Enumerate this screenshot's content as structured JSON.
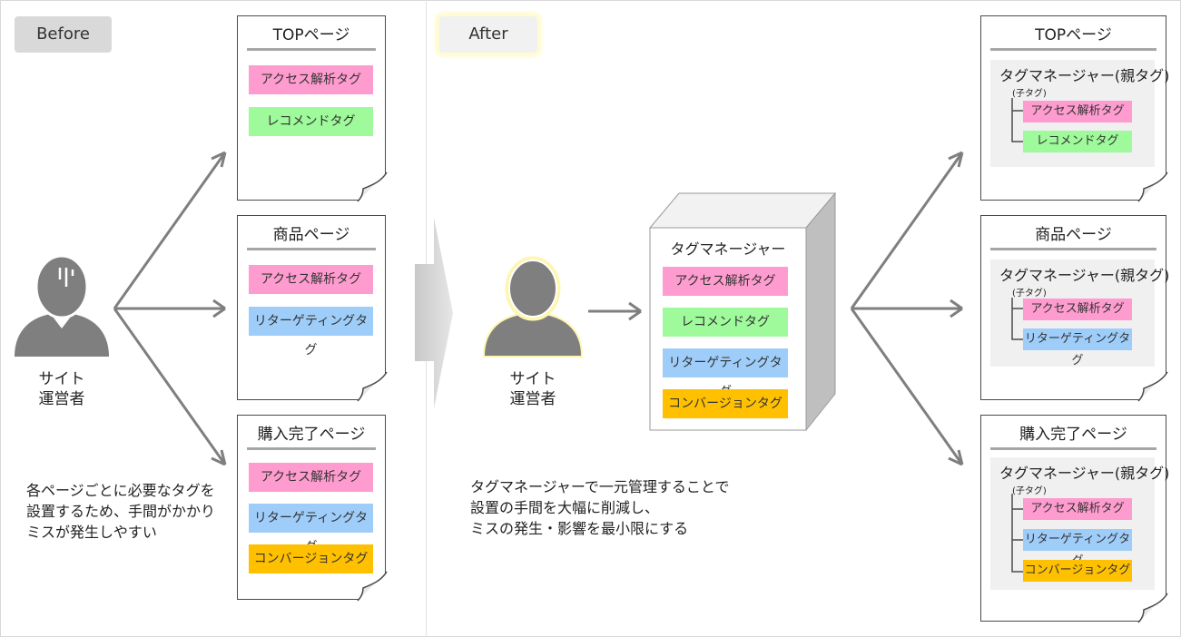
{
  "before_label": "Before",
  "after_label": "After",
  "operator_label_line1": "サイト",
  "operator_label_line2": "運営者",
  "before_note": [
    "各ページごとに必要なタグを",
    "設置するため、手間がかかり",
    "ミスが発生しやすい"
  ],
  "after_note": [
    "タグマネージャーで一元管理することで",
    "設置の手間を大幅に削減し、",
    "ミスの発生・影響を最小限にする"
  ],
  "tags": {
    "analytics": "アクセス解析タグ",
    "recommend": "レコメンドタグ",
    "retargeting": "リターゲティングタグ",
    "conversion": "コンバージョンタグ"
  },
  "pages": {
    "top": "TOPページ",
    "product": "商品ページ",
    "complete": "購入完了ページ"
  },
  "tag_manager": "タグマネージャー",
  "tag_manager_parent": "タグマネージャー(親タグ)",
  "child_tag_label": "(子タグ)",
  "colors": {
    "analytics": "#ff9ccf",
    "recommend": "#9efa9a",
    "retargeting": "#9fcdf9",
    "conversion": "#ffc000",
    "arrow": "#7f7f7f",
    "person": "#7f7f7f"
  }
}
